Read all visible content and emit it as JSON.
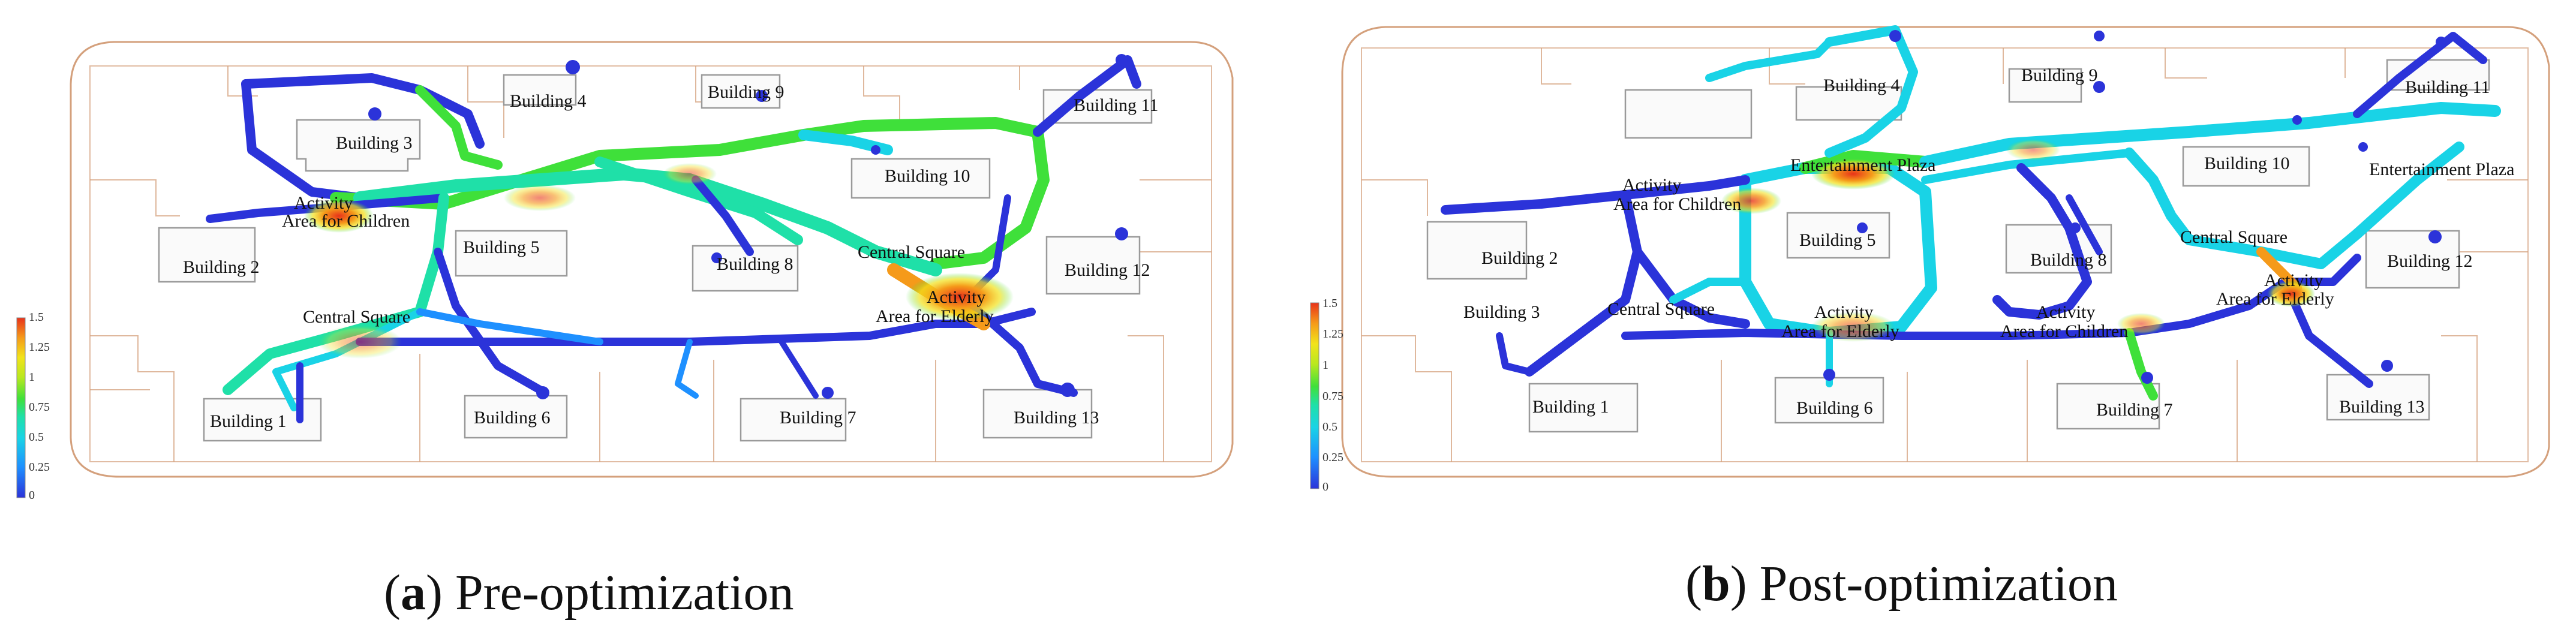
{
  "colors": {
    "outline": "#d4a07c",
    "building_fill": "#fafafa",
    "building_stroke": "#9a9a9a",
    "scale": [
      "#2b33d9",
      "#1e90ff",
      "#19d3e6",
      "#1fe0a8",
      "#3fe03a",
      "#b9e81f",
      "#f2e31a",
      "#f59a1a",
      "#e8321a"
    ]
  },
  "legend": {
    "ticks": [
      "1.5",
      "1.25",
      "1",
      "0.75",
      "0.5",
      "0.25",
      "0"
    ]
  },
  "panels": [
    {
      "id": "a",
      "caption_letter": "a",
      "caption_text": ") Pre-optimization",
      "labels": {
        "b1": "Building 1",
        "b2": "Building 2",
        "b3": "Building 3",
        "b4": "Building 4",
        "b5": "Building 5",
        "b6": "Building 6",
        "b7": "Building 7",
        "b8": "Building 8",
        "b9": "Building 9",
        "b10": "Building 10",
        "b11": "Building 11",
        "b12": "Building 12",
        "b13": "Building 13",
        "cs1": "Central Square",
        "cs2": "Central Square",
        "ac1": "Activity",
        "ac2": "Area for Children",
        "ae1": "Activity",
        "ae2": "Area for Elderly"
      }
    },
    {
      "id": "b",
      "caption_letter": "b",
      "caption_text": ") Post-optimization",
      "labels": {
        "b1": "Building 1",
        "b2": "Building 2",
        "b3": "Building 3",
        "b4": "Building 4",
        "b5": "Building 5",
        "b6": "Building 6",
        "b7": "Building 7",
        "b8": "Building 8",
        "b9": "Building 9",
        "b10": "Building 10",
        "b11": "Building 11",
        "b12": "Building 12",
        "b13": "Building 13",
        "ep1": "Entertainment Plaza",
        "ep2": "Entertainment Plaza",
        "cs1": "Central Square",
        "cs2": "Central Square",
        "ac1a": "Activity",
        "ac1b": "Area for Children",
        "ae1": "Activity",
        "ae2": "Area for Elderly",
        "ac2a": "Activity",
        "ac2b": "Area for Children",
        "ae3": "Activity",
        "ae4": "Area for Elderly"
      }
    }
  ]
}
